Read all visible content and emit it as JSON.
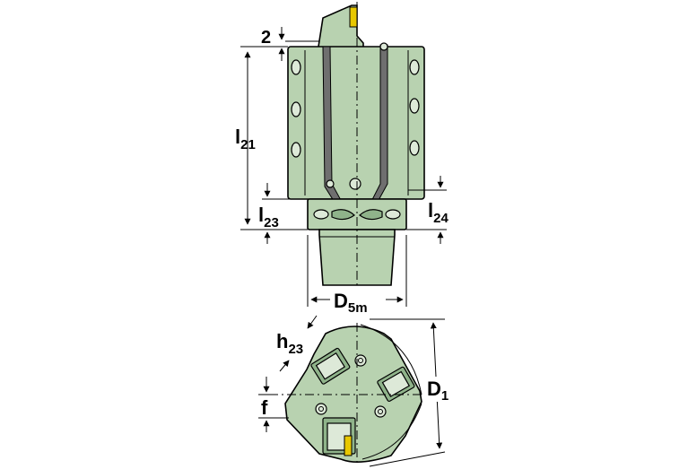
{
  "labels": {
    "dim_2": "2",
    "l21_main": "l",
    "l21_sub": "21",
    "l23_main": "l",
    "l23_sub": "23",
    "l24_main": "l",
    "l24_sub": "24",
    "d5m_main": "D",
    "d5m_sub": "5m",
    "h23_main": "h",
    "h23_sub": "23",
    "d1_main": "D",
    "d1_sub": "1",
    "f_main": "f"
  },
  "colors": {
    "body": "#b8d2b0",
    "shade": "#8fb38a",
    "channel": "#6f6f6f",
    "insert": "#e8c800"
  }
}
